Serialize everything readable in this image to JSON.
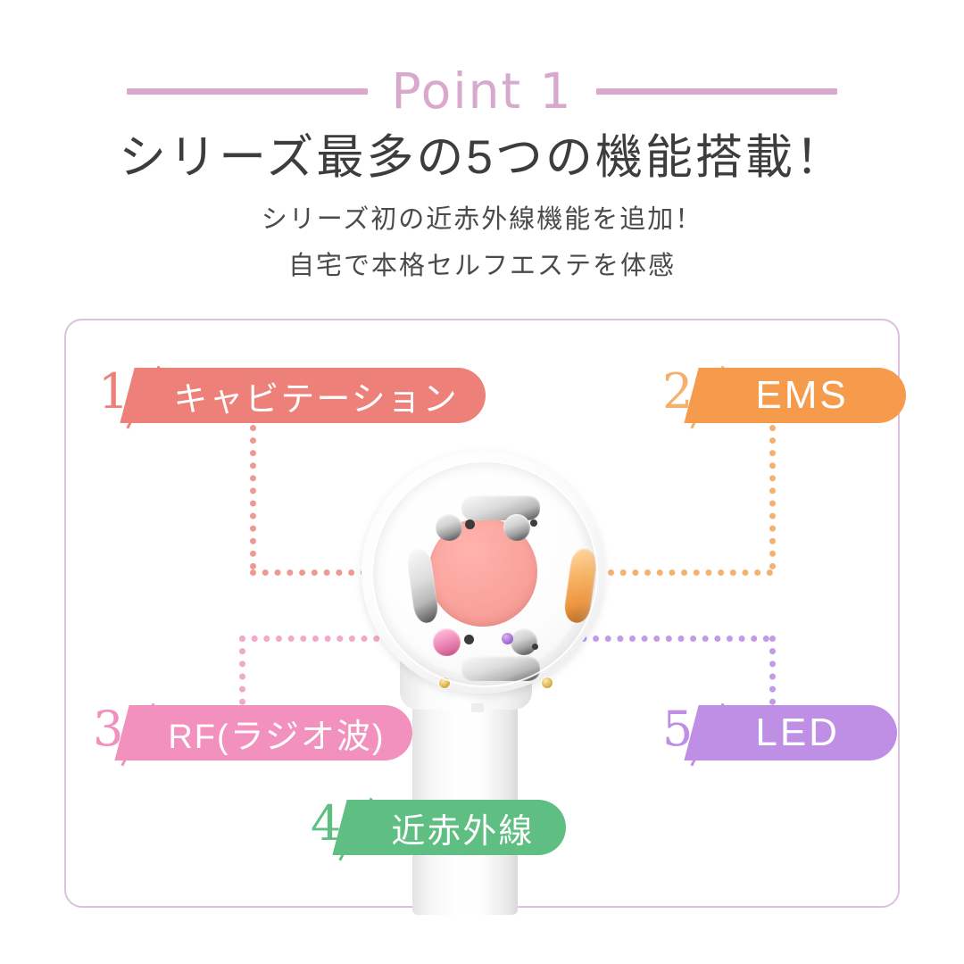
{
  "header": {
    "point_label": "Point 1",
    "headline": "シリーズ最多の5つの機能搭載！",
    "sub_line_1": "シリーズ初の近赤外線機能を追加！",
    "sub_line_2": "自宅で本格セルフエステを体感"
  },
  "colors": {
    "accent_lavender": "#d8a9cd",
    "panel_border": "#dcc0dd",
    "heading_text": "#3d3d3d",
    "feature_1": "#ed8078",
    "feature_2": "#f59b4b",
    "feature_3": "#f290be",
    "feature_4": "#5fbe82",
    "feature_5": "#bf8fe5"
  },
  "features": [
    {
      "number": "1",
      "label": "キャビテーション",
      "color": "#ed8078",
      "script": "jp"
    },
    {
      "number": "2",
      "label": "EMS",
      "color": "#f59b4b",
      "script": "latin"
    },
    {
      "number": "3",
      "label": "RF(ラジオ波)",
      "color": "#f290be",
      "script": "jp"
    },
    {
      "number": "4",
      "label": "近赤外線",
      "color": "#5fbe82",
      "script": "jp"
    },
    {
      "number": "5",
      "label": "LED",
      "color": "#bf8fe5",
      "script": "latin"
    }
  ],
  "device": {
    "name": "beauty-device",
    "description": "handheld multi-function facial beauty device"
  }
}
